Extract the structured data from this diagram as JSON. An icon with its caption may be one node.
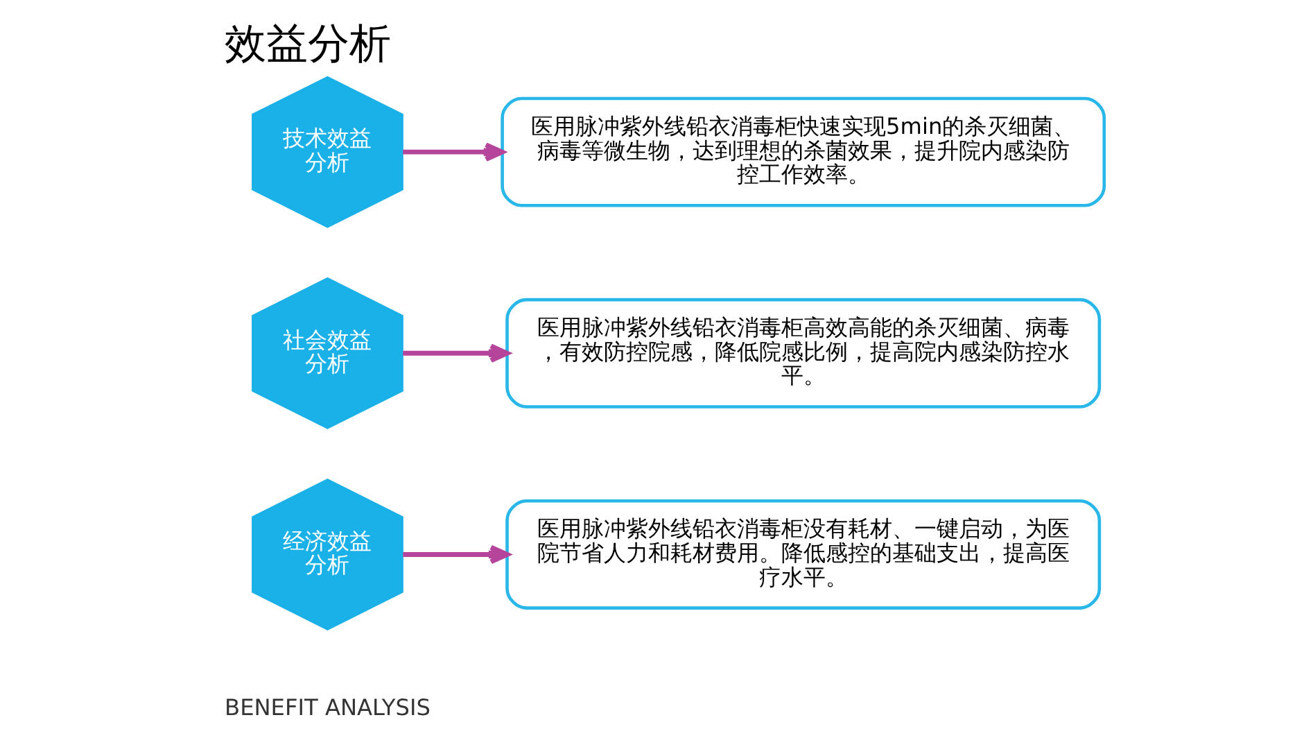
{
  "diagram": {
    "title": "效益分析",
    "nodes": [
      {
        "text": [
          "经济效益分析"
        ]
      },
      {
        "text": [
          "医用脉冲紫外线铅衣消毒柜没有耗材、一键启动，为医院节省人力和耗材费用。降低感控的基础支出，提高医疗水平。"
        ]
      },
      {
        "text": [
          "社会效益分析"
        ]
      },
      {
        "text": [
          "医用脉冲紫外线铅衣消毒柜高效高能的杀灭细菌、病毒，有效防控院感，降低院感比例，提高院内感染防控水平。"
        ]
      },
      {
        "text": [
          "技术效益分析"
        ]
      },
      {
        "text": [
          "医用脉冲紫外线铅衣消毒柜快速实现5min的杀灭细菌、病毒等微生物，达到理想的杀菌效果，提升院内感染防控工作效率。"
        ]
      }
    ],
    "edges": [
      {
        "from": 0,
        "to": 1,
        "arrow": "to",
        "color": "#b5459b"
      },
      {
        "from": 2,
        "to": 3,
        "arrow": "to",
        "color": "#b5459b"
      },
      {
        "from": 4,
        "to": 5,
        "arrow": "to",
        "color": "#b5459b"
      }
    ],
    "labels": [
      "BENEFIT ANALYSIS"
    ]
  }
}
